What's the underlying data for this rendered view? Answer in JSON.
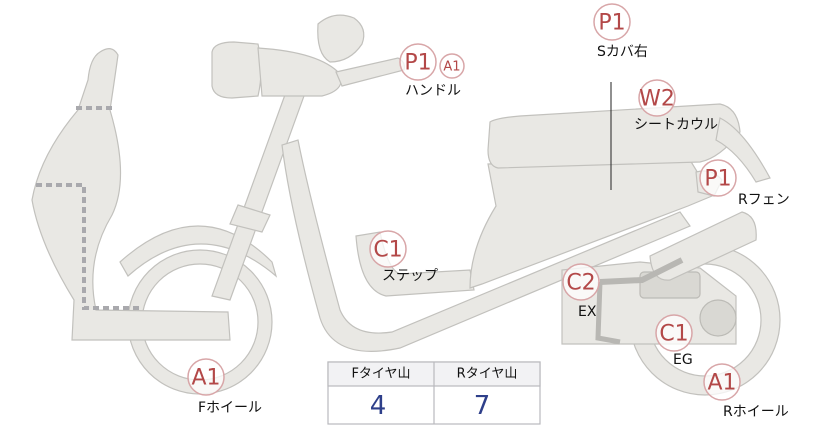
{
  "badges": [
    {
      "id": "handle-p1",
      "code": "P1"
    },
    {
      "id": "handle-a1",
      "code": "A1"
    },
    {
      "id": "side-cover-p1",
      "code": "P1"
    },
    {
      "id": "seat-cowl-w2",
      "code": "W2"
    },
    {
      "id": "rear-fender-p1",
      "code": "P1"
    },
    {
      "id": "step-c1",
      "code": "C1"
    },
    {
      "id": "exhaust-c2",
      "code": "C2"
    },
    {
      "id": "engine-c1",
      "code": "C1"
    },
    {
      "id": "front-wheel-a1",
      "code": "A1"
    },
    {
      "id": "rear-wheel-a1",
      "code": "A1"
    }
  ],
  "labels": {
    "handle": "ハンドル",
    "side_cover": "Sカバ右",
    "seat_cowl": "シートカウル",
    "rear_fender": "Rフェン",
    "step": "ステップ",
    "exhaust": "EX",
    "engine": "EG",
    "front_wheel": "Fホイール",
    "rear_wheel": "Rホイール"
  },
  "tire_table": {
    "headers": [
      "Fタイヤ山",
      "Rタイヤ山"
    ],
    "values": [
      "4",
      "7"
    ]
  },
  "colors": {
    "badge_text": "#b34848",
    "badge_border": "#d8a6a8",
    "table_value": "#2e3f8a",
    "part_fill": "#e9e8e4"
  }
}
